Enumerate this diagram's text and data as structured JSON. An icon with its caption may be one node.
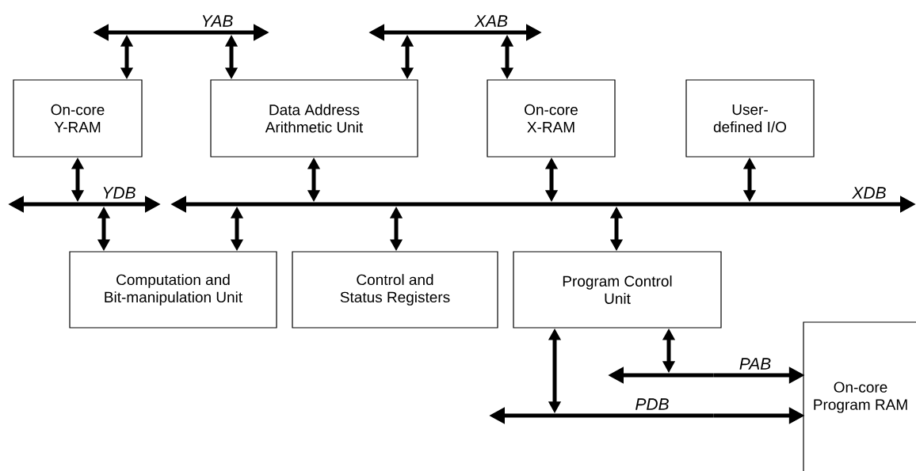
{
  "diagram": {
    "nodes": [
      {
        "text": [
          "YAB"
        ]
      },
      {
        "text": [
          "XAB"
        ]
      },
      {
        "text": [
          "On-core Y-RAM"
        ]
      },
      {
        "text": [
          "Data Address Arithmetic Unit"
        ]
      },
      {
        "text": [
          "On-core X-RAM"
        ]
      },
      {
        "text": [
          "User-defined I/O"
        ]
      },
      {
        "text": [
          "YDB"
        ]
      },
      {
        "text": [
          "XDB"
        ]
      },
      {
        "text": [
          "Computation and Bit-manipulation Unit"
        ]
      },
      {
        "text": [
          "Control and Status Registers"
        ]
      },
      {
        "text": [
          "Program Control Unit"
        ]
      },
      {
        "text": [
          "PAB"
        ]
      },
      {
        "text": [
          "PDB"
        ]
      },
      {
        "text": [
          "On-core Program RAM"
        ]
      }
    ],
    "edges": [
      {
        "from": 0,
        "to": 2,
        "arrow": "both"
      },
      {
        "from": 0,
        "to": 3,
        "arrow": "both"
      },
      {
        "from": 1,
        "to": 3,
        "arrow": "both"
      },
      {
        "from": 1,
        "to": 4,
        "arrow": "both"
      },
      {
        "from": 2,
        "to": 6,
        "arrow": "both"
      },
      {
        "from": 3,
        "to": 7,
        "arrow": "both"
      },
      {
        "from": 4,
        "to": 7,
        "arrow": "both"
      },
      {
        "from": 5,
        "to": 7,
        "arrow": "both"
      },
      {
        "from": 6,
        "to": 8,
        "arrow": "both"
      },
      {
        "from": 7,
        "to": 8,
        "arrow": "both"
      },
      {
        "from": 7,
        "to": 9,
        "arrow": "both"
      },
      {
        "from": 7,
        "to": 10,
        "arrow": "both"
      },
      {
        "from": 10,
        "to": 11,
        "arrow": "both"
      },
      {
        "from": 10,
        "to": 12,
        "arrow": "both"
      },
      {
        "from": 11,
        "to": 13,
        "arrow": "to"
      },
      {
        "from": 12,
        "to": 13,
        "arrow": "to"
      }
    ]
  }
}
